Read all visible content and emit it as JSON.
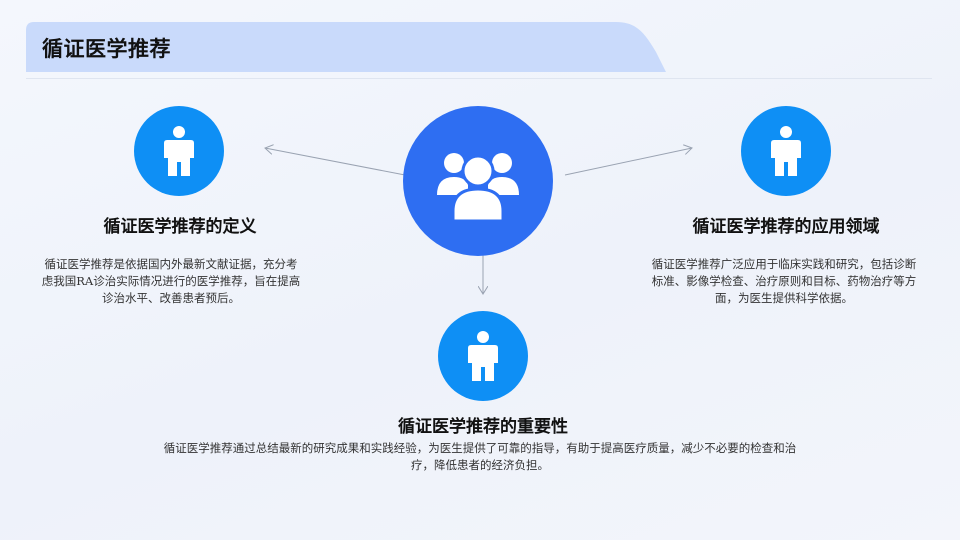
{
  "header": {
    "title": "循证医学推荐"
  },
  "center_icon": "user-group-icon",
  "sections": {
    "definition": {
      "icon": "person-icon",
      "heading": "循证医学推荐的定义",
      "body": "循证医学推荐是依据国内外最新文献证据，充分考虑我国RA诊治实际情况进行的医学推荐，旨在提高诊治水平、改善患者预后。"
    },
    "application": {
      "icon": "person-icon",
      "heading": "循证医学推荐的应用领域",
      "body": "循证医学推荐广泛应用于临床实践和研究，包括诊断标准、影像学检查、治疗原则和目标、药物治疗等方面，为医生提供科学依据。"
    },
    "importance": {
      "icon": "person-icon",
      "heading": "循证医学推荐的重要性",
      "body": "循证医学推荐通过总结最新的研究成果和实践经验，为医生提供了可靠的指导，有助于提高医疗质量，减少不必要的检查和治疗，降低患者的经济负担。"
    }
  },
  "colors": {
    "title_bar": "#c9dafb",
    "center_circle": "#2e6ef2",
    "small_circle": "#0e8ff5",
    "connector": "#9aa3b2"
  }
}
